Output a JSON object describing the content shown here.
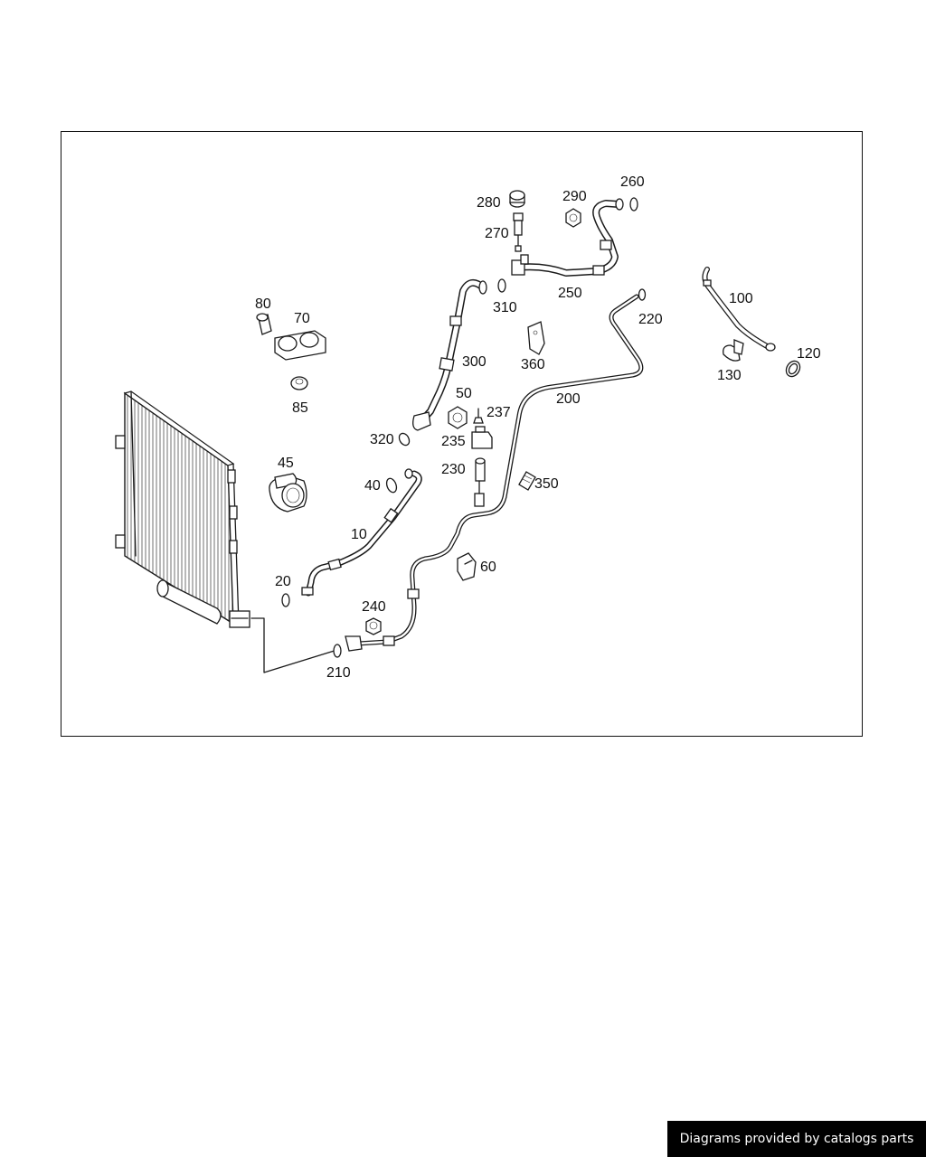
{
  "labels": {
    "p10": "10",
    "p20": "20",
    "p40": "40",
    "p45": "45",
    "p50": "50",
    "p60": "60",
    "p70": "70",
    "p80": "80",
    "p85": "85",
    "p100": "100",
    "p120": "120",
    "p130": "130",
    "p200": "200",
    "p210": "210",
    "p220": "220",
    "p230": "230",
    "p235": "235",
    "p237": "237",
    "p240": "240",
    "p250": "250",
    "p260": "260",
    "p270": "270",
    "p280": "280",
    "p290": "290",
    "p300": "300",
    "p310": "310",
    "p320": "320",
    "p350": "350",
    "p360": "360"
  },
  "footer": {
    "text": "Diagrams provided by catalogs parts"
  }
}
